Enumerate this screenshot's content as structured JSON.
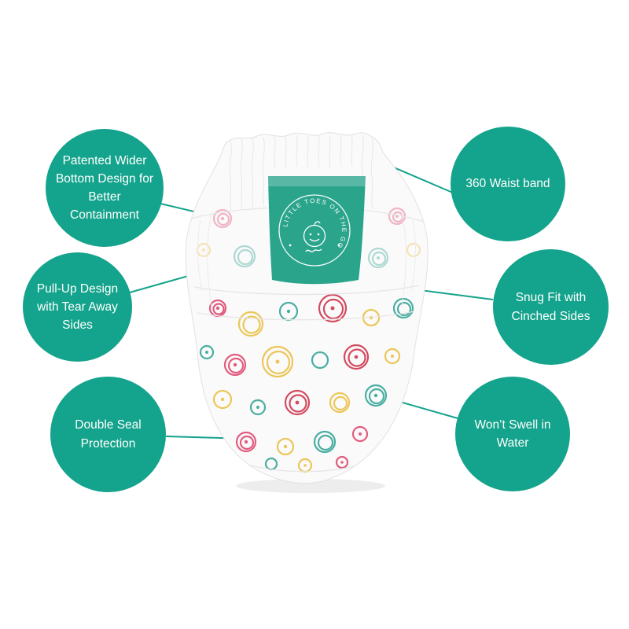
{
  "callouts": [
    {
      "id": "patented-wider-bottom",
      "text": "Patented Wider Bottom Design for Better Containment"
    },
    {
      "id": "pull-up-design",
      "text": "Pull-Up Design with Tear Away Sides"
    },
    {
      "id": "double-seal-protection",
      "text": "Double Seal Protection"
    },
    {
      "id": "waist-band-360",
      "text": "360 Waist band"
    },
    {
      "id": "snug-fit-cinched-sides",
      "text": "Snug Fit with Cinched Sides"
    },
    {
      "id": "wont-swell-in-water",
      "text": "Won’t Swell in Water"
    }
  ],
  "diaper": {
    "stamp": {
      "arc_text": "LITTLE TOES ON THE GO"
    }
  },
  "colors": {
    "accent_teal": "#14a38c",
    "patch_teal": "#2aa58c",
    "pattern_pink": "#df4f74",
    "pattern_red": "#cf3d55",
    "pattern_yellow": "#eac24b",
    "pattern_teal": "#3aa89b",
    "fabric_white": "#fbfafa"
  }
}
